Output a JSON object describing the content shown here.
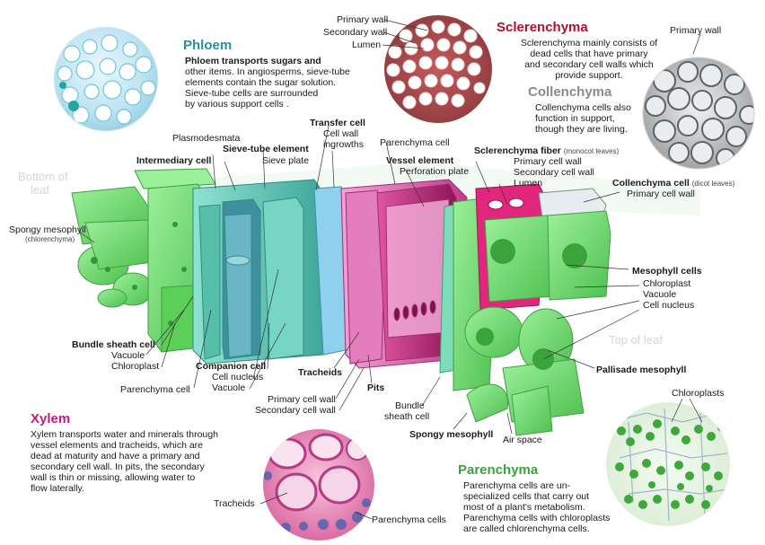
{
  "colors": {
    "phloem": "#2a8fa0",
    "sclerenchyma": "#b0122e",
    "collenchyma": "#8a8a8a",
    "xylem": "#c8197c",
    "parenchyma": "#3aa43a",
    "leaf_green": "#7fe07a",
    "phloem_teal": "#5fc8b4",
    "xylem_pink": "#e26ab4"
  },
  "sections": {
    "phloem": {
      "title": "Phloem",
      "p1": "Phloem transports sugars and",
      "p2": "other items. In angiosperms, sieve-tube",
      "p3": "elements contain the sugar solution.",
      "p4": "Sieve-tube cells are surrounded",
      "p5": "by various support cells ."
    },
    "sclerenchyma": {
      "title": "Sclerenchyma",
      "p1": "Sclerenchyma mainly consists of",
      "p2": "dead cells that have primary",
      "p3": "and secondary cell walls which",
      "p4": "provide support."
    },
    "collenchyma": {
      "title": "Collenchyma",
      "p1": "Collenchyma cells also",
      "p2": "function in support,",
      "p3": "though they are living."
    },
    "xylem": {
      "title": "Xylem",
      "p1": "Xylem transports water and minerals through",
      "p2": "vessel elements and tracheids, which are",
      "p3": "dead at maturity and have a primary and",
      "p4": "secondary cell wall. In pits, the secondary",
      "p5": "wall is thin or missing, allowing water to",
      "p6": "flow laterally."
    },
    "parenchyma": {
      "title": "Parenchyma",
      "p1": "Parenchyma cells are un-",
      "p2": "specialized cells that carry out",
      "p3": "most of a plant's metabolism.",
      "p4": "Parenchyma cells with chloroplasts",
      "p5": "are called chlorenchyma cells."
    }
  },
  "labels": {
    "primary_wall_scl": "Primary wall",
    "secondary_wall_scl": "Secondary wall",
    "lumen_scl": "Lumen",
    "primary_wall_col": "Primary wall",
    "bottom_of_leaf_1": "Bottom of",
    "bottom_of_leaf_2": "leaf",
    "top_of_leaf": "Top of leaf",
    "plasmodesmata": "Plasmodesmata",
    "intermediary_cell": "Intermediary cell",
    "sieve_tube_element": "Sieve-tube element",
    "sieve_plate": "Sieve plate",
    "transfer_cell": "Transfer cell",
    "cell_wall_ingrowths_1": "Cell wall",
    "cell_wall_ingrowths_2": "ingrowths",
    "parenchyma_cell_top": "Parenchyma cell",
    "vessel_element": "Vessel element",
    "perforation_plate": "Perforation plate",
    "sclerenchyma_fiber": "Sclerenchyma fiber",
    "monocot_leaves": "(monocot leaves)",
    "primary_cell_wall_fiber": "Primary cell wall",
    "secondary_cell_wall_fiber": "Secondary cell wall",
    "lumen_fiber": "Lumen",
    "collenchyma_cell": "Collenchyma cell",
    "dicot_leaves": "(dicot leaves)",
    "primary_cell_wall_col": "Primary cell wall",
    "spongy_mesophyll_left": "Spongy mesophyll",
    "chlorenchyma": "(chlorenchyma)",
    "mesophyll_cells": "Mesophyll cells",
    "chloroplast_right": "Chloroplast",
    "vacuole_right": "Vacuole",
    "cell_nucleus_right": "Cell nucleus",
    "bundle_sheath_cell_left": "Bundle sheath cell",
    "vacuole_left": "Vacuole",
    "chloroplast_left": "Chloroplast",
    "parenchyma_cell_bottom": "Parenchyma cell",
    "companion_cell": "Companion cell",
    "cell_nucleus_mid": "Cell nucleus",
    "vacuole_mid": "Vacuole",
    "tracheids_mid": "Tracheids",
    "pits": "Pits",
    "primary_cell_wall_mid": "Primary cell wall",
    "secondary_cell_wall_mid": "Secondary cell wall",
    "bundle_sheath_cell_bottom_1": "Bundle",
    "bundle_sheath_cell_bottom_2": "sheath cell",
    "spongy_mesophyll_bottom": "Spongy mesophyll",
    "air_space": "Air space",
    "pallisade_mesophyll": "Pallisade mesophyll",
    "chloroplasts_circle": "Chloroplasts",
    "tracheids_circle": "Tracheids",
    "parenchyma_cells_circle": "Parenchyma cells"
  }
}
